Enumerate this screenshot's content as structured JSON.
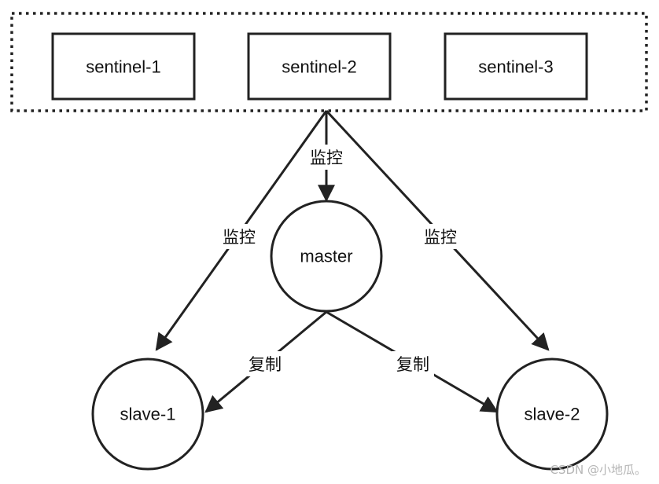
{
  "colors": {
    "stroke": "#222222",
    "text": "#111111",
    "background": "#ffffff",
    "watermark": "#b5b5b5"
  },
  "sentinels": [
    {
      "label": "sentinel-1"
    },
    {
      "label": "sentinel-2"
    },
    {
      "label": "sentinel-3"
    }
  ],
  "master": {
    "label": "master"
  },
  "slaves": [
    {
      "label": "slave-1"
    },
    {
      "label": "slave-2"
    }
  ],
  "edges": {
    "monitor_label": "监控",
    "replicate_label": "复制"
  },
  "watermark": "CSDN @小地瓜。"
}
